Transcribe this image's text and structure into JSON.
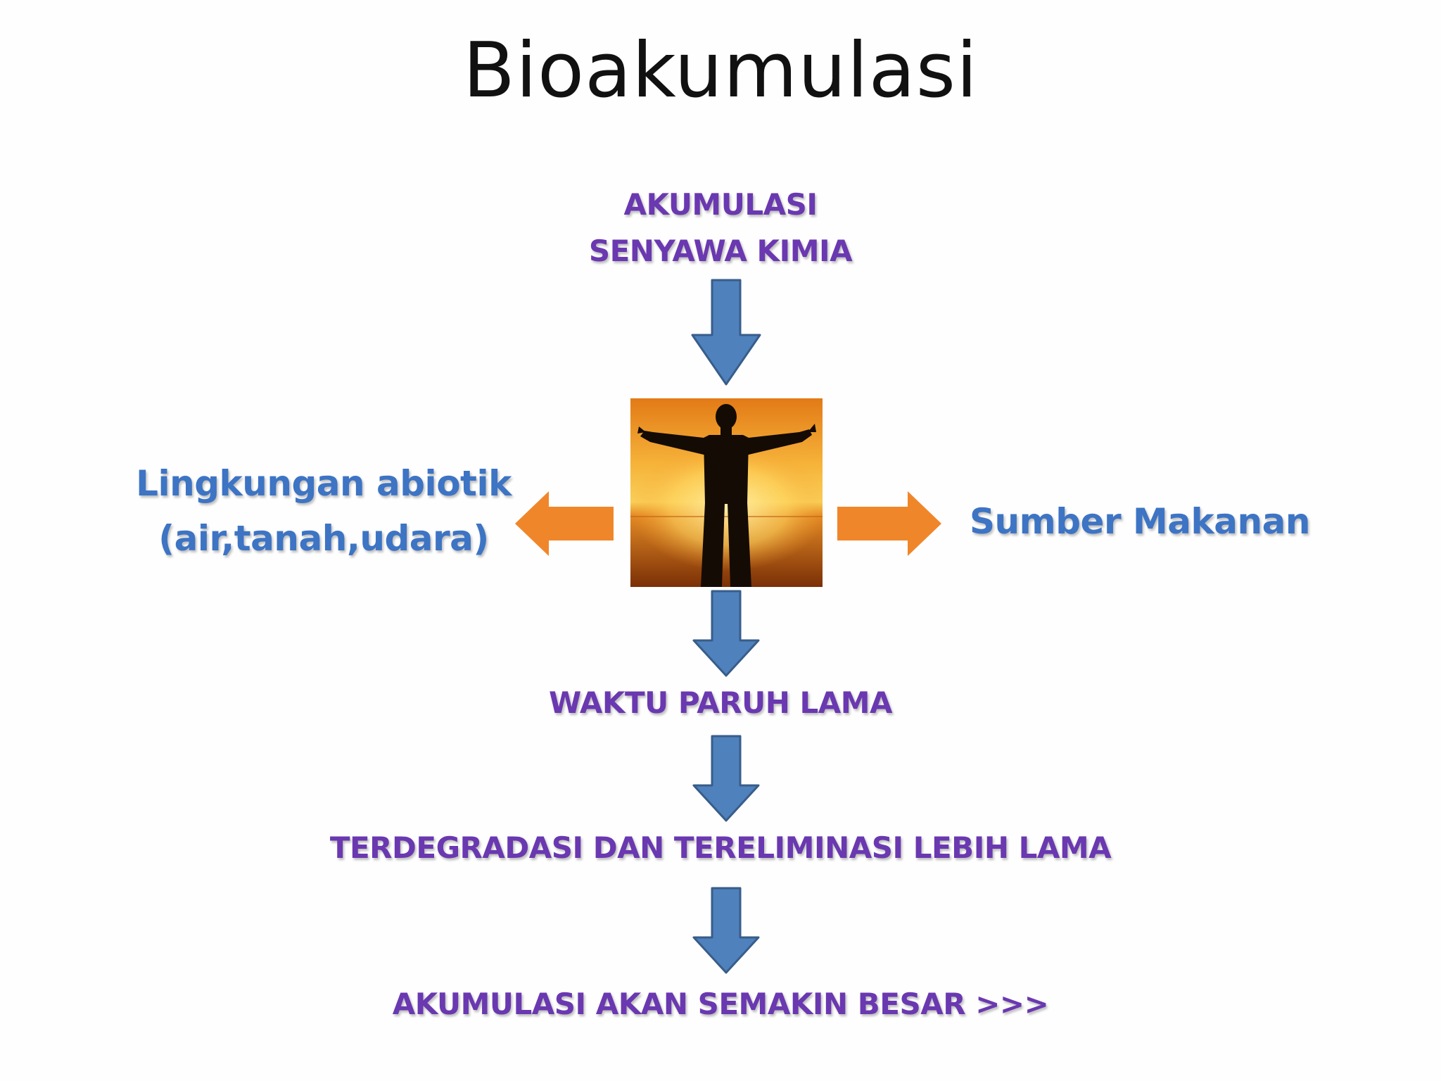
{
  "title": "Bioakumulasi",
  "nodes": {
    "top": {
      "lines": [
        "AKUMULASI",
        "SENYAWA KIMIA"
      ]
    },
    "left": {
      "lines": [
        "Lingkungan abiotik",
        "(air,tanah,udara)"
      ]
    },
    "right": {
      "text": "Sumber Makanan"
    },
    "step1": {
      "text": "WAKTU PARUH LAMA"
    },
    "step2": {
      "text": "TERDEGRADASI DAN TERELIMINASI LEBIH LAMA"
    },
    "step3": {
      "text": "AKUMULASI AKAN SEMAKIN BESAR >>>"
    }
  },
  "center_image": {
    "description_icon": "person-silhouette-sunset-icon"
  },
  "colors": {
    "purple_text": "#6a38b0",
    "blue_text": "#3d74c4",
    "down_arrow_fill": "#4f81bd",
    "down_arrow_stroke": "#385d8a",
    "side_arrow_fill": "#f0862a",
    "sunset_top": "#f0a030",
    "sunset_bottom": "#8a3a08"
  }
}
